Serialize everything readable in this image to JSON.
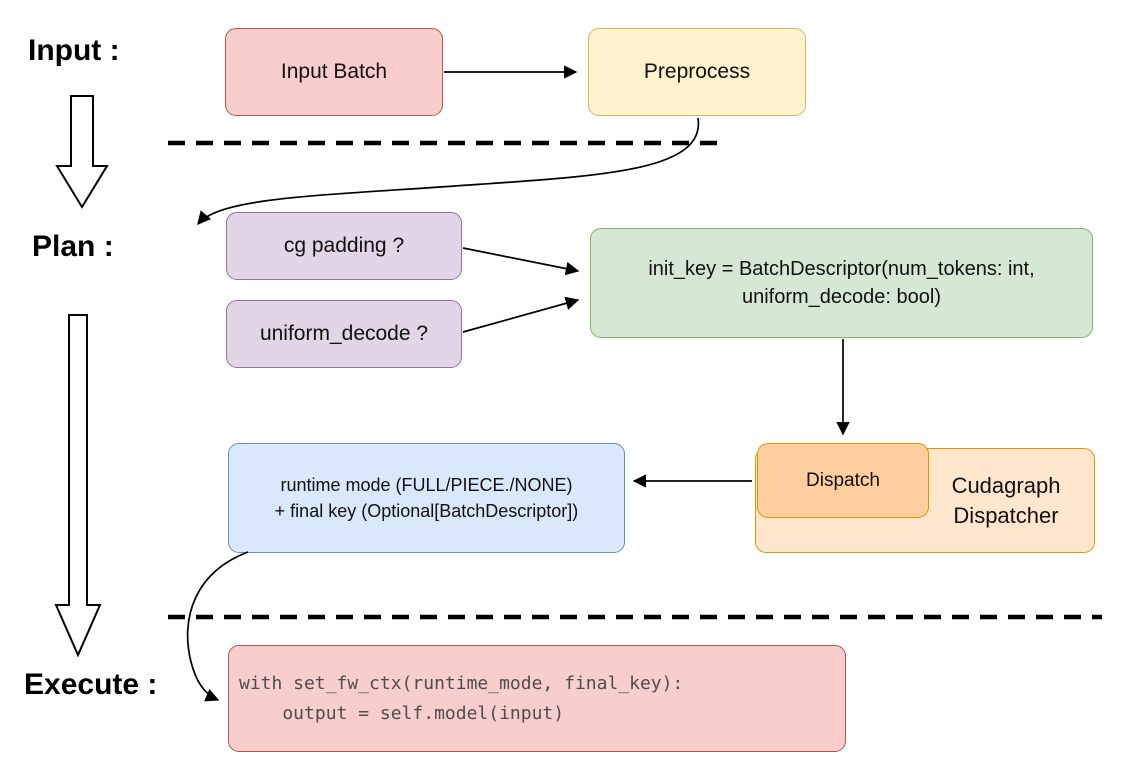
{
  "stages": {
    "input": "Input :",
    "plan": "Plan :",
    "execute": "Execute :"
  },
  "nodes": {
    "input_batch": "Input Batch",
    "preprocess": "Preprocess",
    "cg_padding": "cg padding ?",
    "uniform_decode": "uniform_decode ?",
    "init_key": "init_key = BatchDescriptor(num_tokens: int, uniform_decode: bool)",
    "dispatch": "Dispatch",
    "cudagraph_dispatcher": "Cudagraph Dispatcher",
    "runtime_line1": "runtime mode (FULL/PIECE./NONE)",
    "runtime_line2": "+ final key (Optional[BatchDescriptor])",
    "code_line1": "with set_fw_ctx(runtime_mode, final_key):",
    "code_line2": "    output = self.model(input)"
  },
  "colors": {
    "red_fill": "#f8cecc",
    "red_stroke": "#b85450",
    "yellow_fill": "#fff2cc",
    "yellow_stroke": "#d6b656",
    "purple_fill": "#e1d5e7",
    "purple_stroke": "#9673a6",
    "green_fill": "#d5e8d4",
    "green_stroke": "#82b366",
    "orange_fill": "#ffe6cc",
    "orange_dark_fill": "#ffce9f",
    "orange_stroke": "#d79b00",
    "blue_fill": "#dae8fc",
    "blue_stroke": "#6c8ebf",
    "line_color": "#000000"
  }
}
